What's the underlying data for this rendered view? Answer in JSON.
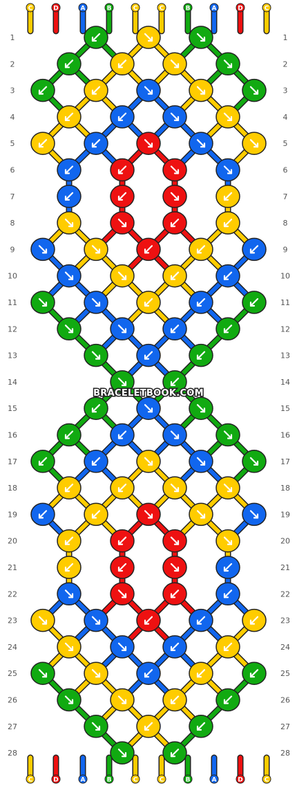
{
  "site_watermark": "BRACELETBOOK.COM",
  "colors": {
    "A": "#1166ee",
    "B": "#11aa11",
    "C": "#ffcc00",
    "D": "#ee1111"
  },
  "strings_top": [
    "C",
    "D",
    "A",
    "B",
    "C",
    "C",
    "B",
    "A",
    "D",
    "C"
  ],
  "strings_bottom": [
    "C",
    "D",
    "A",
    "B",
    "C",
    "C",
    "B",
    "A",
    "D",
    "C"
  ],
  "row_numbers": [
    "1",
    "2",
    "3",
    "4",
    "5",
    "6",
    "7",
    "8",
    "9",
    "10",
    "11",
    "12",
    "13",
    "14",
    "15",
    "16",
    "17",
    "18",
    "19",
    "20",
    "21",
    "22",
    "23",
    "24",
    "25",
    "26",
    "27",
    "28"
  ],
  "knots": [
    [
      {
        "c": "B",
        "d": "L"
      },
      {
        "c": "C",
        "d": "R"
      },
      {
        "c": "B",
        "d": "R"
      }
    ],
    [
      {
        "c": "B",
        "d": "L"
      },
      {
        "c": "C",
        "d": "L"
      },
      {
        "c": "C",
        "d": "R"
      },
      {
        "c": "B",
        "d": "R"
      }
    ],
    [
      {
        "c": "B",
        "d": "L"
      },
      {
        "c": "C",
        "d": "L"
      },
      {
        "c": "A",
        "d": "R"
      },
      {
        "c": "C",
        "d": "R"
      },
      {
        "c": "B",
        "d": "R"
      }
    ],
    [
      {
        "c": "C",
        "d": "L"
      },
      {
        "c": "A",
        "d": "L"
      },
      {
        "c": "A",
        "d": "R"
      },
      {
        "c": "C",
        "d": "R"
      }
    ],
    [
      {
        "c": "C",
        "d": "L"
      },
      {
        "c": "A",
        "d": "L"
      },
      {
        "c": "D",
        "d": "R"
      },
      {
        "c": "A",
        "d": "R"
      },
      {
        "c": "C",
        "d": "R"
      }
    ],
    [
      {
        "c": "A",
        "d": "L"
      },
      {
        "c": "D",
        "d": "L"
      },
      {
        "c": "D",
        "d": "R"
      },
      {
        "c": "A",
        "d": "R"
      }
    ],
    [
      {
        "c": "A",
        "d": "L"
      },
      {
        "c": "D",
        "d": "L"
      },
      {
        "c": "D",
        "d": "R"
      },
      {
        "c": "C",
        "d": "L"
      }
    ],
    [
      {
        "c": "C",
        "d": "R"
      },
      {
        "c": "D",
        "d": "R"
      },
      {
        "c": "D",
        "d": "L"
      },
      {
        "c": "C",
        "d": "L"
      }
    ],
    [
      {
        "c": "A",
        "d": "R"
      },
      {
        "c": "C",
        "d": "R"
      },
      {
        "c": "D",
        "d": "L"
      },
      {
        "c": "C",
        "d": "L"
      },
      {
        "c": "A",
        "d": "L"
      }
    ],
    [
      {
        "c": "A",
        "d": "R"
      },
      {
        "c": "C",
        "d": "R"
      },
      {
        "c": "C",
        "d": "L"
      },
      {
        "c": "A",
        "d": "L"
      }
    ],
    [
      {
        "c": "B",
        "d": "R"
      },
      {
        "c": "A",
        "d": "R"
      },
      {
        "c": "C",
        "d": "L"
      },
      {
        "c": "A",
        "d": "L"
      },
      {
        "c": "B",
        "d": "L"
      }
    ],
    [
      {
        "c": "B",
        "d": "R"
      },
      {
        "c": "A",
        "d": "R"
      },
      {
        "c": "A",
        "d": "L"
      },
      {
        "c": "B",
        "d": "L"
      }
    ],
    [
      {
        "c": "B",
        "d": "R"
      },
      {
        "c": "A",
        "d": "L"
      },
      {
        "c": "B",
        "d": "L"
      }
    ],
    [
      {
        "c": "B",
        "d": "R"
      },
      {
        "c": "B",
        "d": "L"
      }
    ],
    [
      {
        "c": "B",
        "d": "L"
      },
      {
        "c": "A",
        "d": "R"
      },
      {
        "c": "B",
        "d": "R"
      }
    ],
    [
      {
        "c": "B",
        "d": "L"
      },
      {
        "c": "A",
        "d": "L"
      },
      {
        "c": "A",
        "d": "R"
      },
      {
        "c": "B",
        "d": "R"
      }
    ],
    [
      {
        "c": "B",
        "d": "L"
      },
      {
        "c": "A",
        "d": "L"
      },
      {
        "c": "C",
        "d": "R"
      },
      {
        "c": "A",
        "d": "R"
      },
      {
        "c": "B",
        "d": "R"
      }
    ],
    [
      {
        "c": "C",
        "d": "L"
      },
      {
        "c": "C",
        "d": "L"
      },
      {
        "c": "C",
        "d": "R"
      },
      {
        "c": "C",
        "d": "R"
      }
    ],
    [
      {
        "c": "A",
        "d": "L"
      },
      {
        "c": "C",
        "d": "L"
      },
      {
        "c": "D",
        "d": "R"
      },
      {
        "c": "C",
        "d": "R"
      },
      {
        "c": "A",
        "d": "R"
      }
    ],
    [
      {
        "c": "C",
        "d": "L"
      },
      {
        "c": "D",
        "d": "L"
      },
      {
        "c": "D",
        "d": "R"
      },
      {
        "c": "C",
        "d": "R"
      }
    ],
    [
      {
        "c": "C",
        "d": "L"
      },
      {
        "c": "D",
        "d": "L"
      },
      {
        "c": "D",
        "d": "R"
      },
      {
        "c": "A",
        "d": "L"
      }
    ],
    [
      {
        "c": "A",
        "d": "R"
      },
      {
        "c": "D",
        "d": "R"
      },
      {
        "c": "D",
        "d": "L"
      },
      {
        "c": "A",
        "d": "L"
      }
    ],
    [
      {
        "c": "C",
        "d": "R"
      },
      {
        "c": "A",
        "d": "R"
      },
      {
        "c": "D",
        "d": "L"
      },
      {
        "c": "A",
        "d": "L"
      },
      {
        "c": "C",
        "d": "L"
      }
    ],
    [
      {
        "c": "C",
        "d": "R"
      },
      {
        "c": "A",
        "d": "R"
      },
      {
        "c": "A",
        "d": "L"
      },
      {
        "c": "C",
        "d": "L"
      }
    ],
    [
      {
        "c": "B",
        "d": "R"
      },
      {
        "c": "C",
        "d": "R"
      },
      {
        "c": "A",
        "d": "L"
      },
      {
        "c": "C",
        "d": "L"
      },
      {
        "c": "B",
        "d": "L"
      }
    ],
    [
      {
        "c": "B",
        "d": "R"
      },
      {
        "c": "C",
        "d": "R"
      },
      {
        "c": "C",
        "d": "L"
      },
      {
        "c": "B",
        "d": "L"
      }
    ],
    [
      {
        "c": "B",
        "d": "R"
      },
      {
        "c": "C",
        "d": "L"
      },
      {
        "c": "B",
        "d": "L"
      }
    ],
    [
      {
        "c": "B",
        "d": "R"
      },
      {
        "c": "B",
        "d": "L"
      }
    ]
  ]
}
